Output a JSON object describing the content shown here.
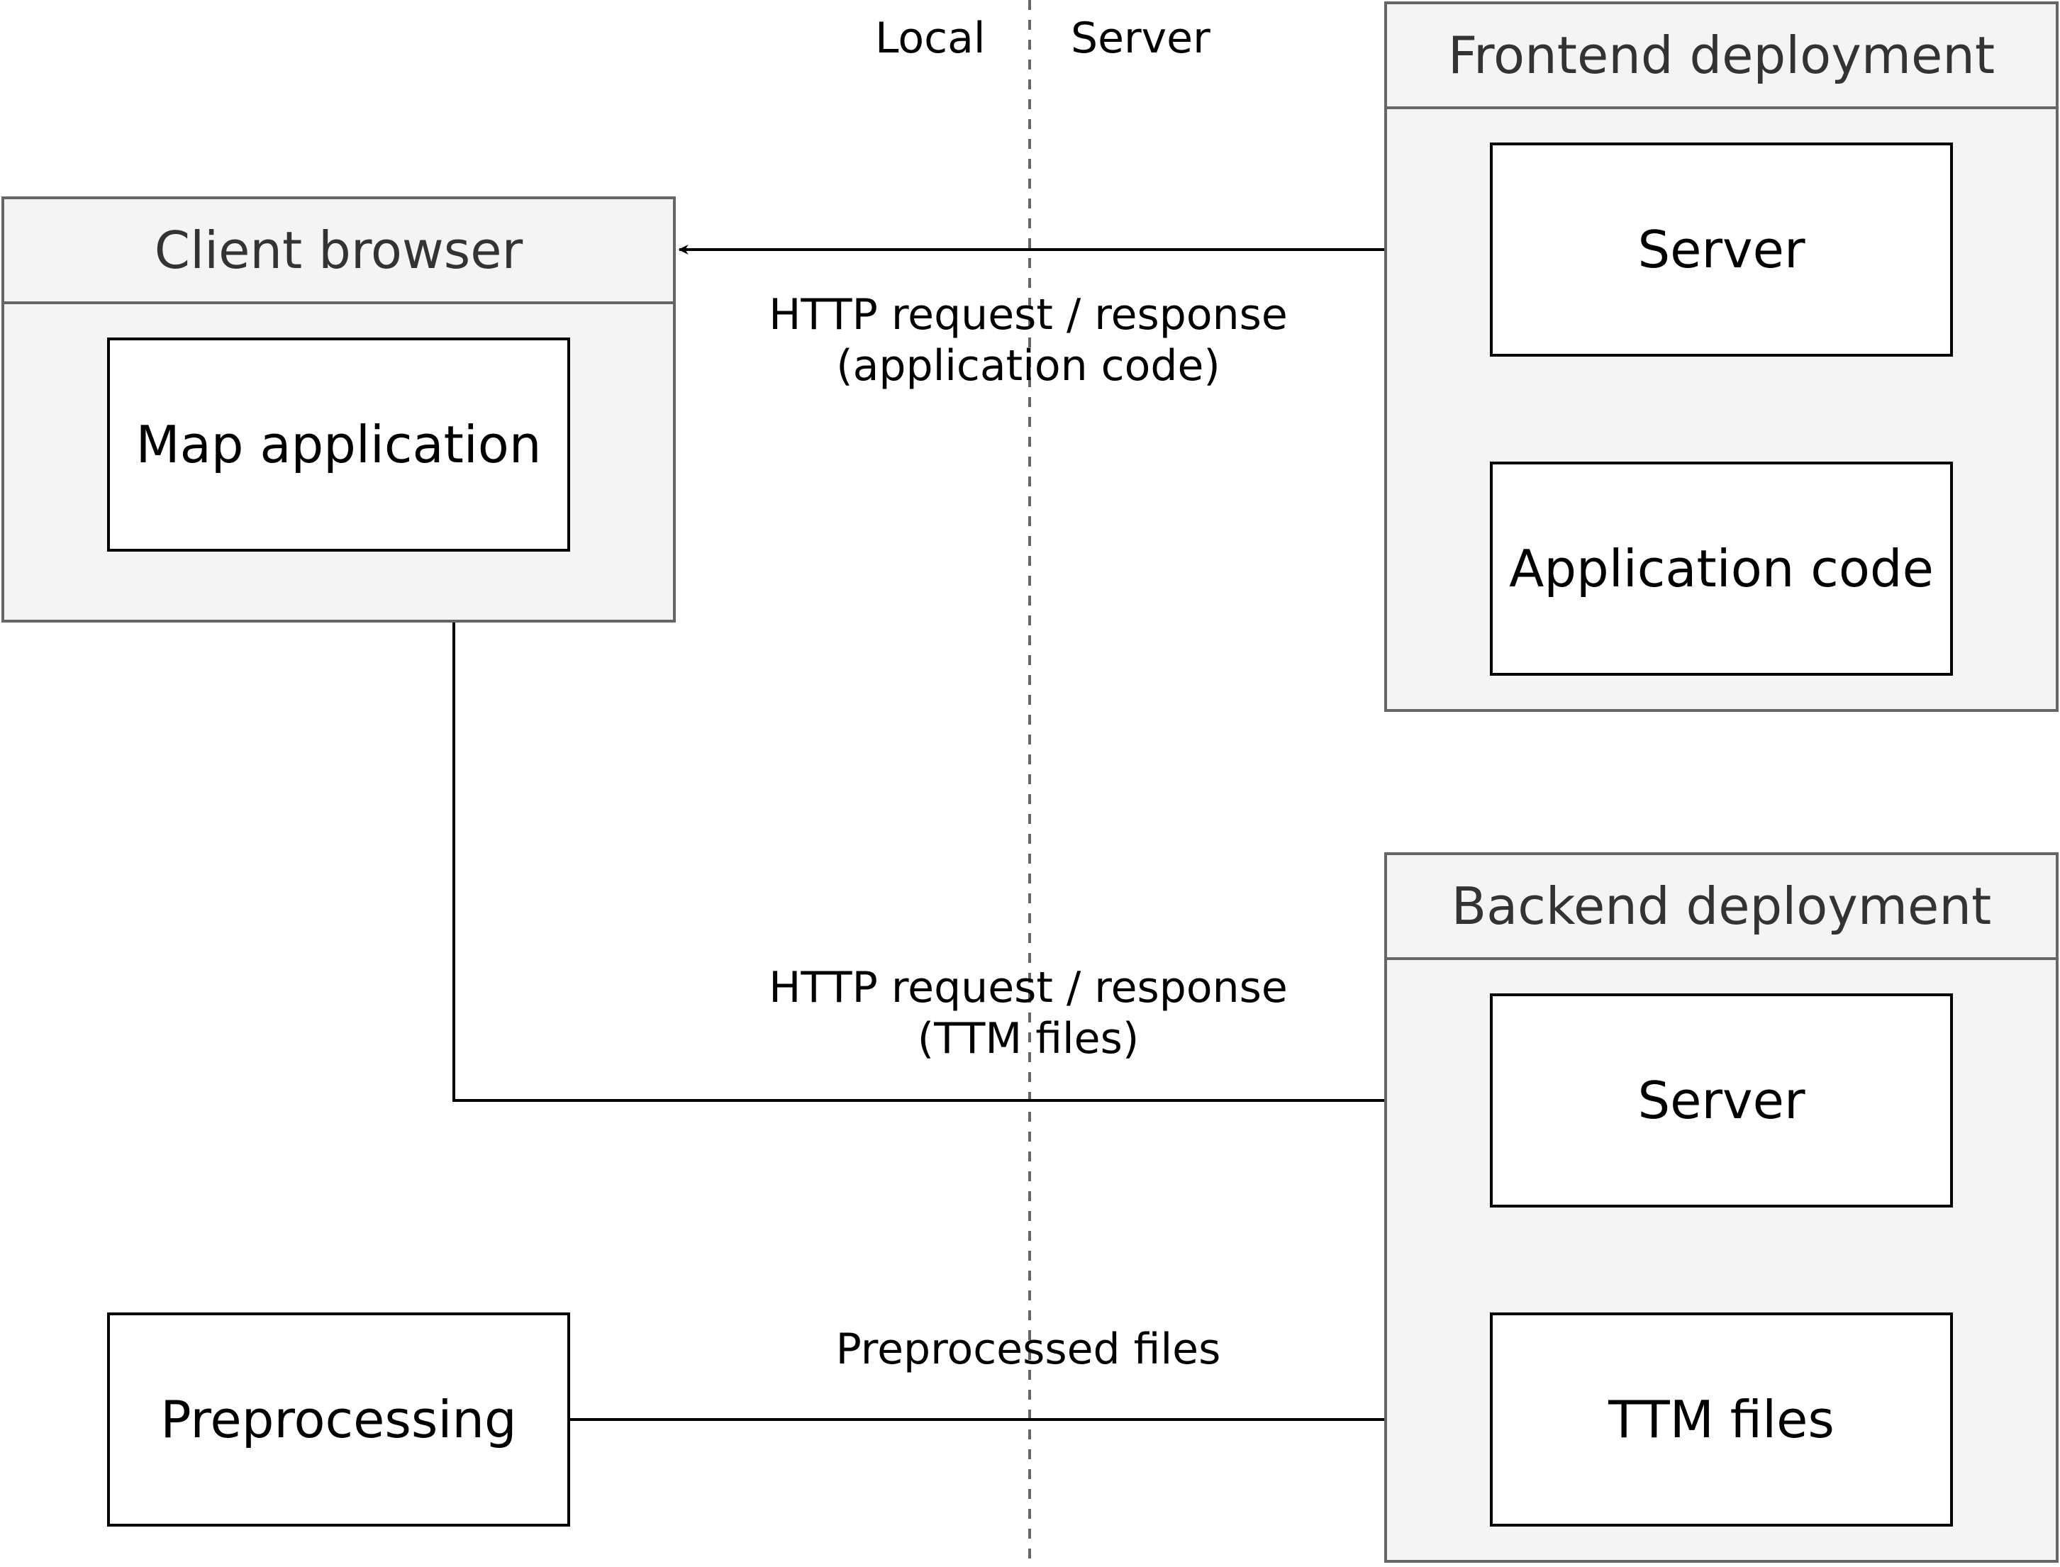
{
  "divider": {
    "left_label": "Local",
    "right_label": "Server"
  },
  "groups": {
    "client_browser": {
      "title": "Client browser",
      "nodes": {
        "map_app": "Map application"
      }
    },
    "frontend": {
      "title": "Frontend deployment",
      "nodes": {
        "server": "Server",
        "app_code": "Application code"
      }
    },
    "backend": {
      "title": "Backend deployment",
      "nodes": {
        "server": "Server",
        "ttm_files": "TTM files"
      }
    }
  },
  "standalone": {
    "preprocessing": "Preprocessing"
  },
  "edges": {
    "app_code_http": {
      "line1": "HTTP request / response",
      "line2": "(application code)"
    },
    "ttm_http": {
      "line1": "HTTP request / response",
      "line2": "(TTM files)"
    },
    "preprocessed": {
      "line1": "Preprocessed files"
    }
  },
  "colors": {
    "group_fill": "#f4f4f4",
    "group_border": "#666666",
    "group_title": "#333333",
    "node_border": "#000000",
    "divider": "#666666"
  }
}
